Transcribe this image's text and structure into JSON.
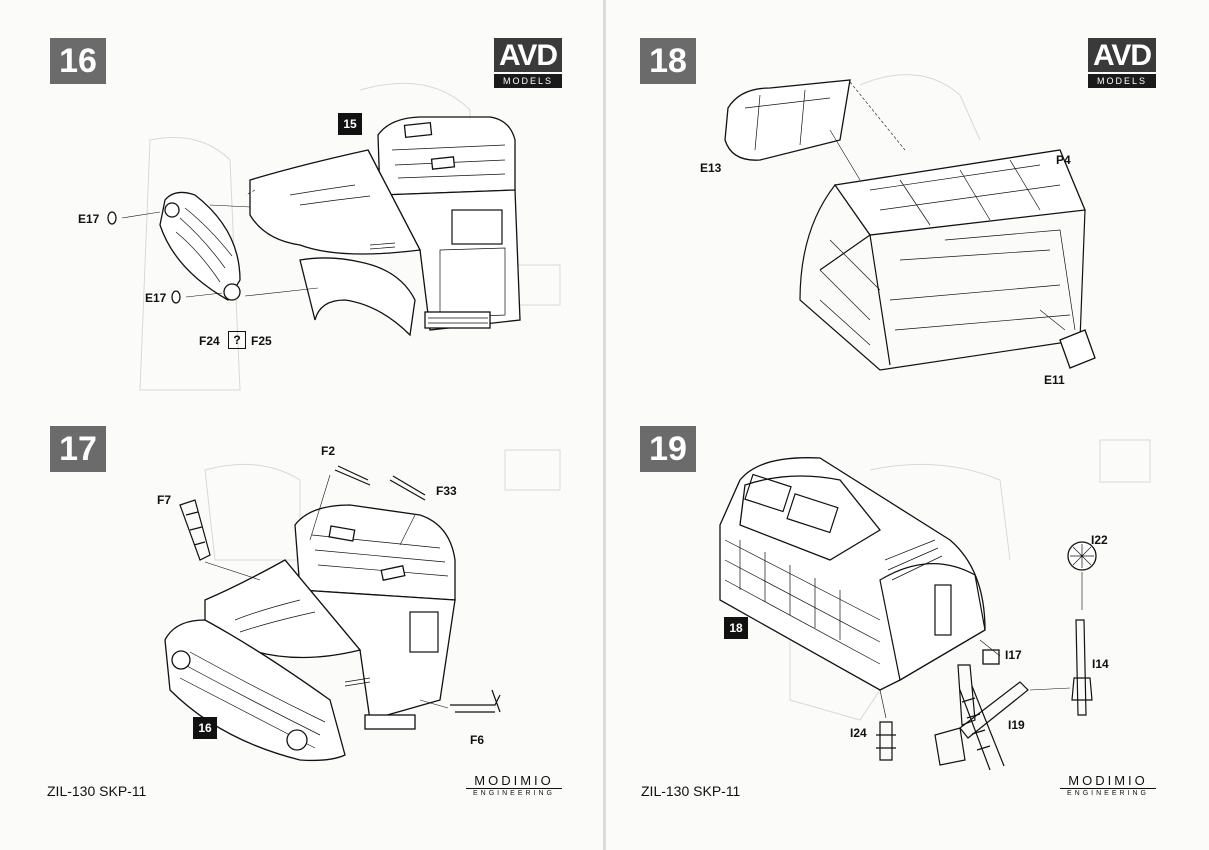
{
  "left_page": {
    "brand": {
      "avd": "AVD",
      "models": "MODELS"
    },
    "steps": [
      {
        "number": "16",
        "sub_ref": "15",
        "labels": [
          "E17",
          "E17",
          "F24",
          "?",
          "F25"
        ]
      },
      {
        "number": "17",
        "sub_ref": "16",
        "labels": [
          "F2",
          "F33",
          "F7",
          "F6"
        ]
      }
    ],
    "footer": {
      "title": "ZIL-130 SKP-11",
      "engineering_brand": "MODIMIO",
      "engineering_sub": "ENGINEERING"
    }
  },
  "right_page": {
    "brand": {
      "avd": "AVD",
      "models": "MODELS"
    },
    "steps": [
      {
        "number": "18",
        "labels": [
          "E13",
          "P4",
          "E11"
        ]
      },
      {
        "number": "19",
        "sub_ref": "18",
        "labels": [
          "I22",
          "I17",
          "I14",
          "I24",
          "I19"
        ]
      }
    ],
    "footer": {
      "title": "ZIL-130 SKP-11",
      "engineering_brand": "MODIMIO",
      "engineering_sub": "ENGINEERING"
    }
  }
}
